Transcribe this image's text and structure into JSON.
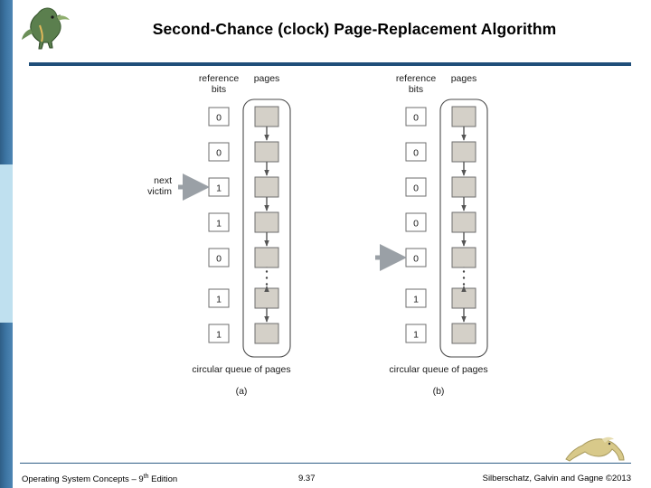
{
  "slide": {
    "title": "Second-Chance (clock) Page-Replacement Algorithm",
    "accent_color": "#1f4e79",
    "sidebar_color": "#3c74a2",
    "sidebar_light_color": "#bfe0ef"
  },
  "figure": {
    "panels": [
      {
        "id": "a",
        "caption": "(a)",
        "header_reference_bits": "reference\nbits",
        "header_reference_bits_line1": "reference",
        "header_reference_bits_line2": "bits",
        "header_pages": "pages",
        "queue_caption": "circular queue of pages",
        "pointer_label_line1": "next",
        "pointer_label_line2": "victim",
        "pointer_row_index": 2,
        "bits": [
          "0",
          "0",
          "1",
          "1",
          "0",
          "1",
          "1"
        ]
      },
      {
        "id": "b",
        "caption": "(b)",
        "header_reference_bits_line1": "reference",
        "header_reference_bits_line2": "bits",
        "header_pages": "pages",
        "queue_caption": "circular queue of pages",
        "pointer_label_line1": "",
        "pointer_label_line2": "",
        "pointer_row_index": 4,
        "bits": [
          "0",
          "0",
          "0",
          "0",
          "0",
          "1",
          "1"
        ]
      }
    ],
    "ellipsis": "⋮",
    "box_fill": "#d4d0c8",
    "box_stroke": "#6e6e6e"
  },
  "footer": {
    "left_text": "Operating System Concepts – 9",
    "left_sup": "th",
    "left_text_tail": " Edition",
    "center_text": "9.37",
    "right_text": "Silberschatz, Galvin and Gagne ©2013"
  }
}
